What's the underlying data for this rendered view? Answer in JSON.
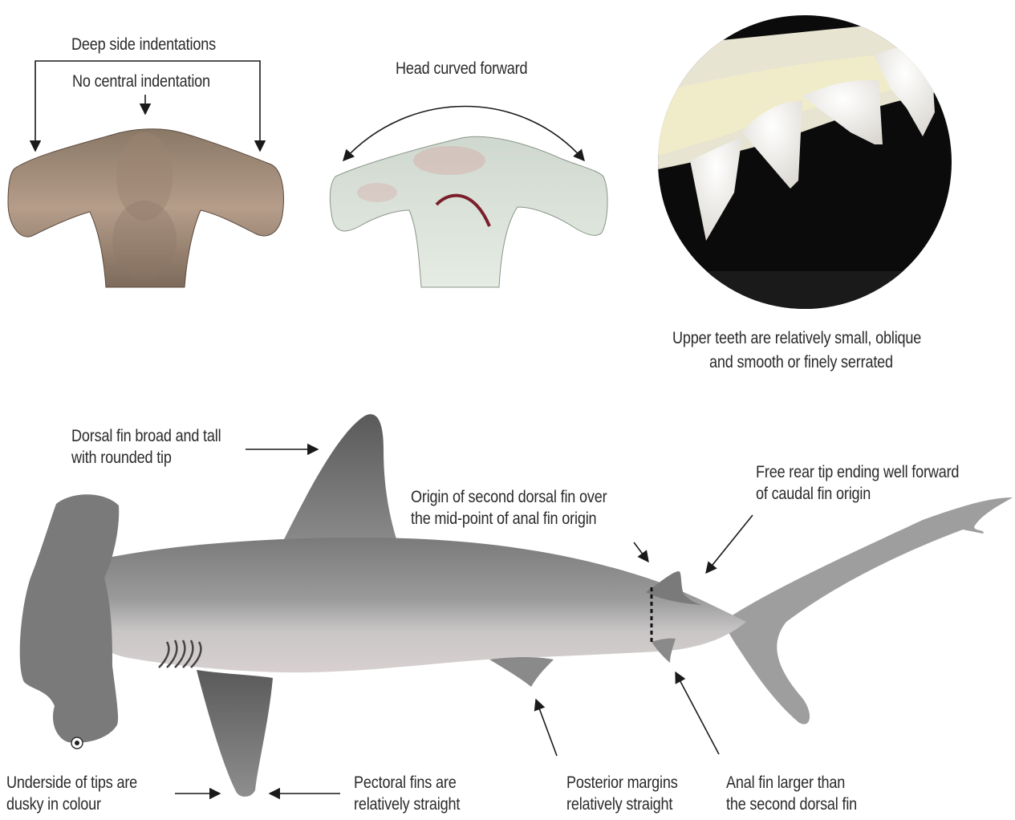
{
  "labels": {
    "side_indentations": "Deep side indentations",
    "no_central": "No central indentation",
    "head_curved": "Head curved forward",
    "teeth_line1": "Upper teeth are relatively small, oblique",
    "teeth_line2": "and smooth or finely serrated",
    "dorsal_line1": "Dorsal fin broad and tall",
    "dorsal_line2": "with rounded tip",
    "second_dorsal_line1": "Origin of second dorsal fin over",
    "second_dorsal_line2": "the mid-point of anal fin origin",
    "free_tip_line1": "Free rear tip ending well forward",
    "free_tip_line2": "of caudal fin origin",
    "underside_line1": "Underside of tips are",
    "underside_line2": "dusky in colour",
    "pectoral_line1": "Pectoral fins are",
    "pectoral_line2": "relatively straight",
    "posterior_line1": "Posterior margins",
    "posterior_line2": "relatively straight",
    "anal_line1": "Anal fin larger than",
    "anal_line2": "the second dorsal fin"
  },
  "colors": {
    "arrow": "#1a1a1a",
    "shark_dark": "#5f5f5f",
    "shark_light": "#bdbdbd",
    "teeth_bg": "#0b0b0b"
  }
}
